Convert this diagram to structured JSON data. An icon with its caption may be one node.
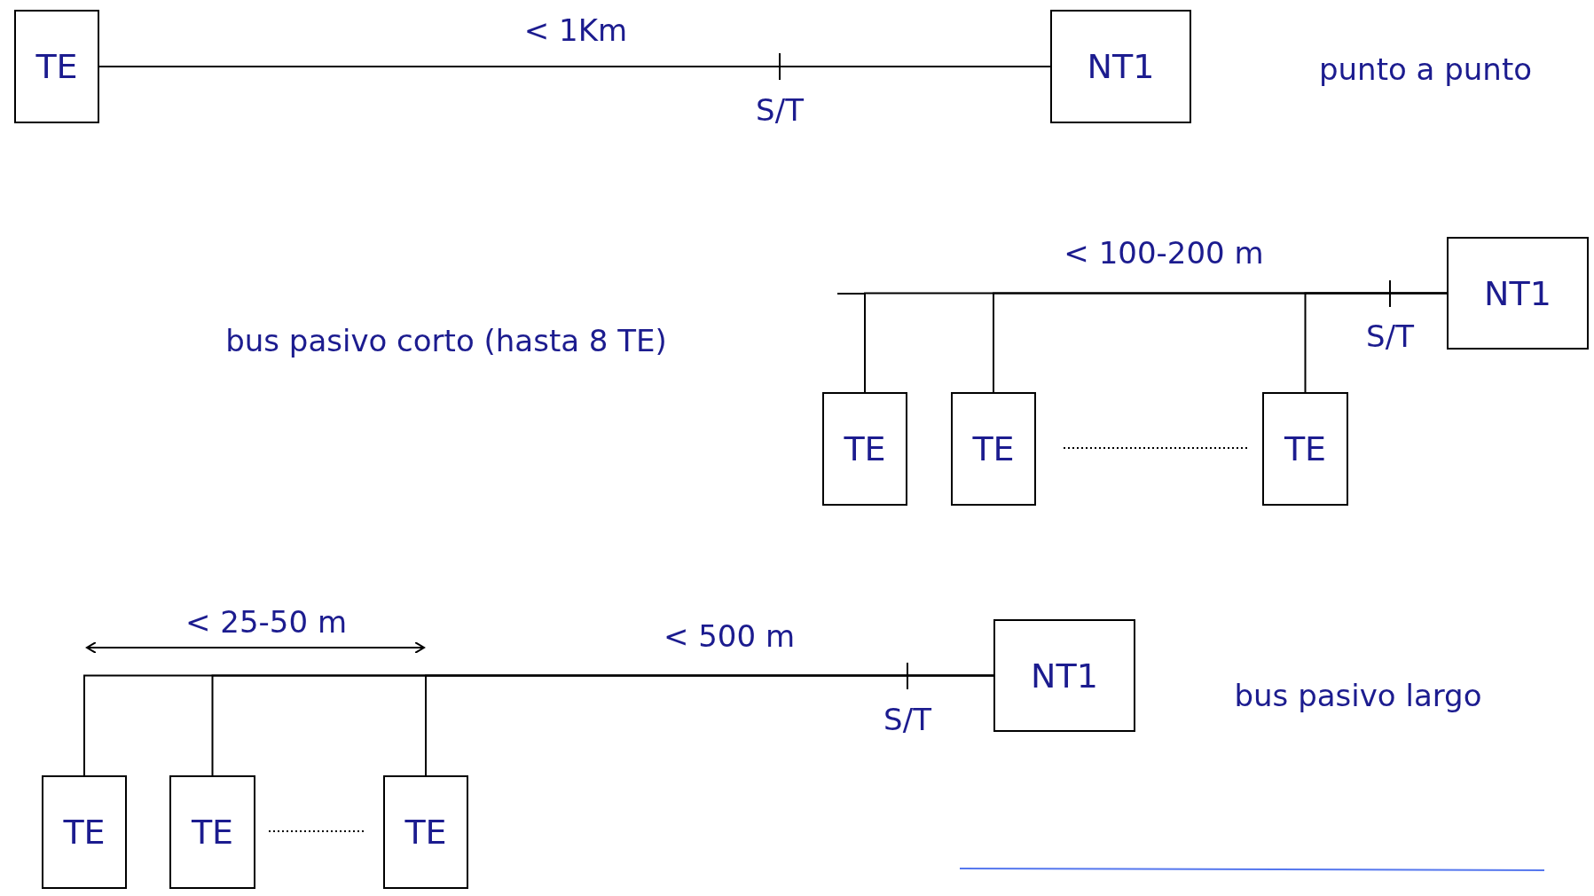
{
  "diagram": {
    "nodes": [
      {
        "text": [
          "TE"
        ]
      },
      {
        "text": [
          "NT1"
        ]
      },
      {
        "text": [
          "TE"
        ]
      },
      {
        "text": [
          "TE"
        ]
      },
      {
        "text": [
          "TE"
        ]
      },
      {
        "text": [
          "NT1"
        ]
      },
      {
        "text": [
          "TE"
        ]
      },
      {
        "text": [
          "TE"
        ]
      },
      {
        "text": [
          "TE"
        ]
      },
      {
        "text": [
          "NT1"
        ]
      }
    ],
    "edges": [
      {
        "from": 0,
        "to": 1,
        "arrow": "none"
      },
      {
        "from": 2,
        "to": 5,
        "arrow": "none"
      },
      {
        "from": 3,
        "to": 5,
        "arrow": "none"
      },
      {
        "from": 4,
        "to": 5,
        "arrow": "none"
      },
      {
        "from": 6,
        "to": 9,
        "arrow": "none"
      },
      {
        "from": 7,
        "to": 9,
        "arrow": "none"
      },
      {
        "from": 8,
        "to": 9,
        "arrow": "none"
      }
    ],
    "labels": [
      "< 1Km",
      "S/T",
      "punto a punto",
      "< 100-200 m",
      "bus pasivo corto (hasta 8 TE)",
      "S/T",
      "< 25-50 m",
      "< 500 m",
      "S/T",
      "bus pasivo largo"
    ]
  }
}
